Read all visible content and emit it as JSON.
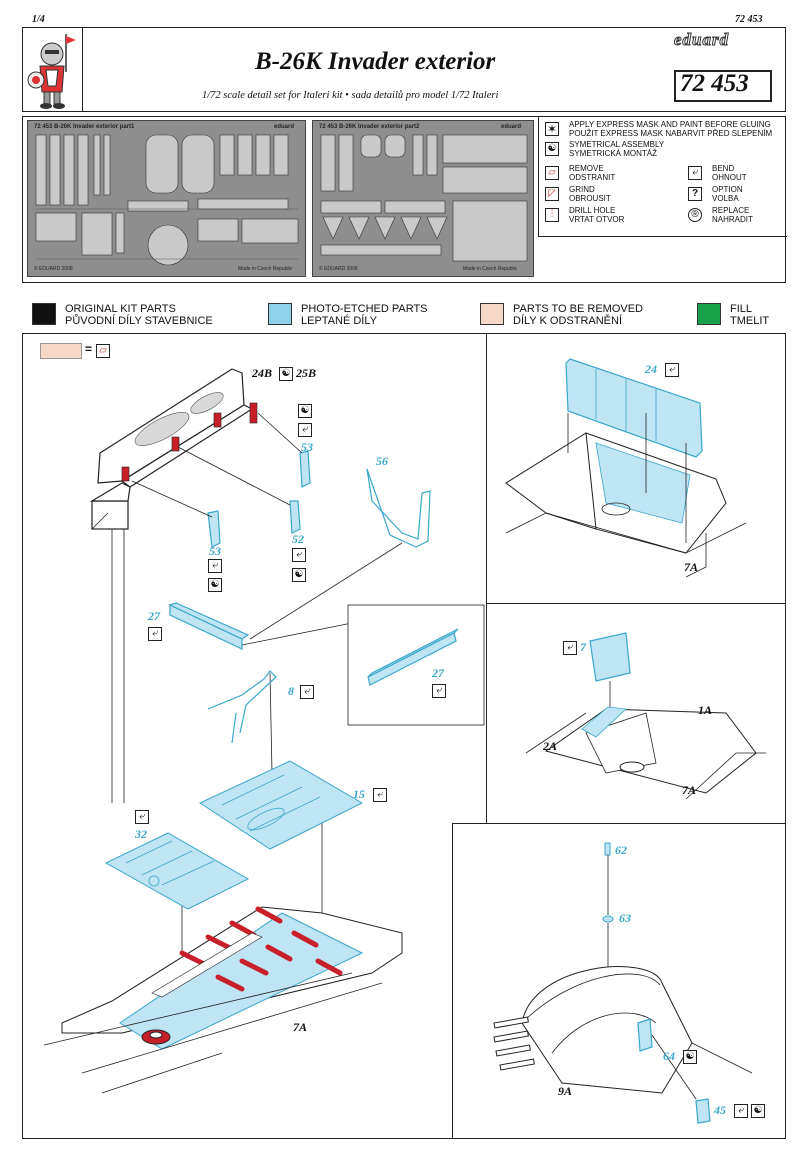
{
  "page": {
    "page_no": "1/4",
    "set_no_top": "72 453"
  },
  "header": {
    "title": "B-26K Invader exterior",
    "subtitle": "1/72 scale detail set for Italeri kit • sada detailů pro model 1/72 Italeri",
    "brand": "eduard",
    "set_number": "72 453"
  },
  "fret": {
    "sheet1_title": "72 453  B-26K Invader exterior  part1",
    "sheet2_title": "72 453  B-26K Invader exterior  part2",
    "brand": "eduard",
    "copyright1": "© EDUARD 2008",
    "made1": "Made in Czech Republic",
    "copyright2": "© EDUARD 2008",
    "made2": "Made in Czech Republic"
  },
  "legend": {
    "mask": "APPLY EXPRESS MASK AND PAINT BEFORE GLUING",
    "mask_cz": "POUŽIT EXPRESS MASK NABARVIT PŘED SLEPENÍM",
    "sym": "SYMETRICAL ASSEMBLY",
    "sym_cz": "SYMETRICKÁ MONTÁŽ",
    "remove": "REMOVE",
    "remove_cz": "ODSTRANIT",
    "bend": "BEND",
    "bend_cz": "OHNOUT",
    "grind": "GRIND",
    "grind_cz": "OBROUSIT",
    "option": "OPTION",
    "option_cz": "VOLBA",
    "drill": "DRILL HOLE",
    "drill_cz": "VRTAT OTVOR",
    "replace": "REPLACE",
    "replace_cz": "NAHRADIT"
  },
  "color_key": {
    "original": "ORIGINAL KIT PARTS",
    "original_cz": "PŮVODNÍ DÍLY STAVEBNICE",
    "etched": "PHOTO-ETCHED PARTS",
    "etched_cz": "LEPTANÉ DÍLY",
    "removed": "PARTS TO BE REMOVED",
    "removed_cz": "DÍLY K ODSTRANĚNÍ",
    "fill": "FILL",
    "fill_cz": "TMELIT",
    "colors": {
      "original": "#111111",
      "etched": "#8fd0ea",
      "removed": "#f6d8c8",
      "fill": "#19a04a"
    }
  },
  "main_diagram": {
    "equals": "=",
    "part_24B": "24B",
    "part_25B": "25B",
    "p53a": "53",
    "p53b": "53",
    "p56": "56",
    "p52": "52",
    "p27": "27",
    "p27_inset": "27",
    "p8": "8",
    "p15": "15",
    "p32": "32",
    "base_7A": "7A"
  },
  "right_top": {
    "p24": "24",
    "base": "7A"
  },
  "right_mid": {
    "p7": "7",
    "a": "1A",
    "b": "2A",
    "c": "7A"
  },
  "right_bottom": {
    "p62": "62",
    "p63": "63",
    "p64": "64",
    "p45": "45",
    "base": "9A"
  },
  "icons": {
    "bend": "bend-icon",
    "sym": "symmetry-icon",
    "mask": "express-mask-icon",
    "remove": "remove-icon",
    "grind": "grind-icon",
    "drill": "drill-icon",
    "option": "option-icon",
    "replace": "replace-icon",
    "mascot": "knight-mascot-icon"
  }
}
